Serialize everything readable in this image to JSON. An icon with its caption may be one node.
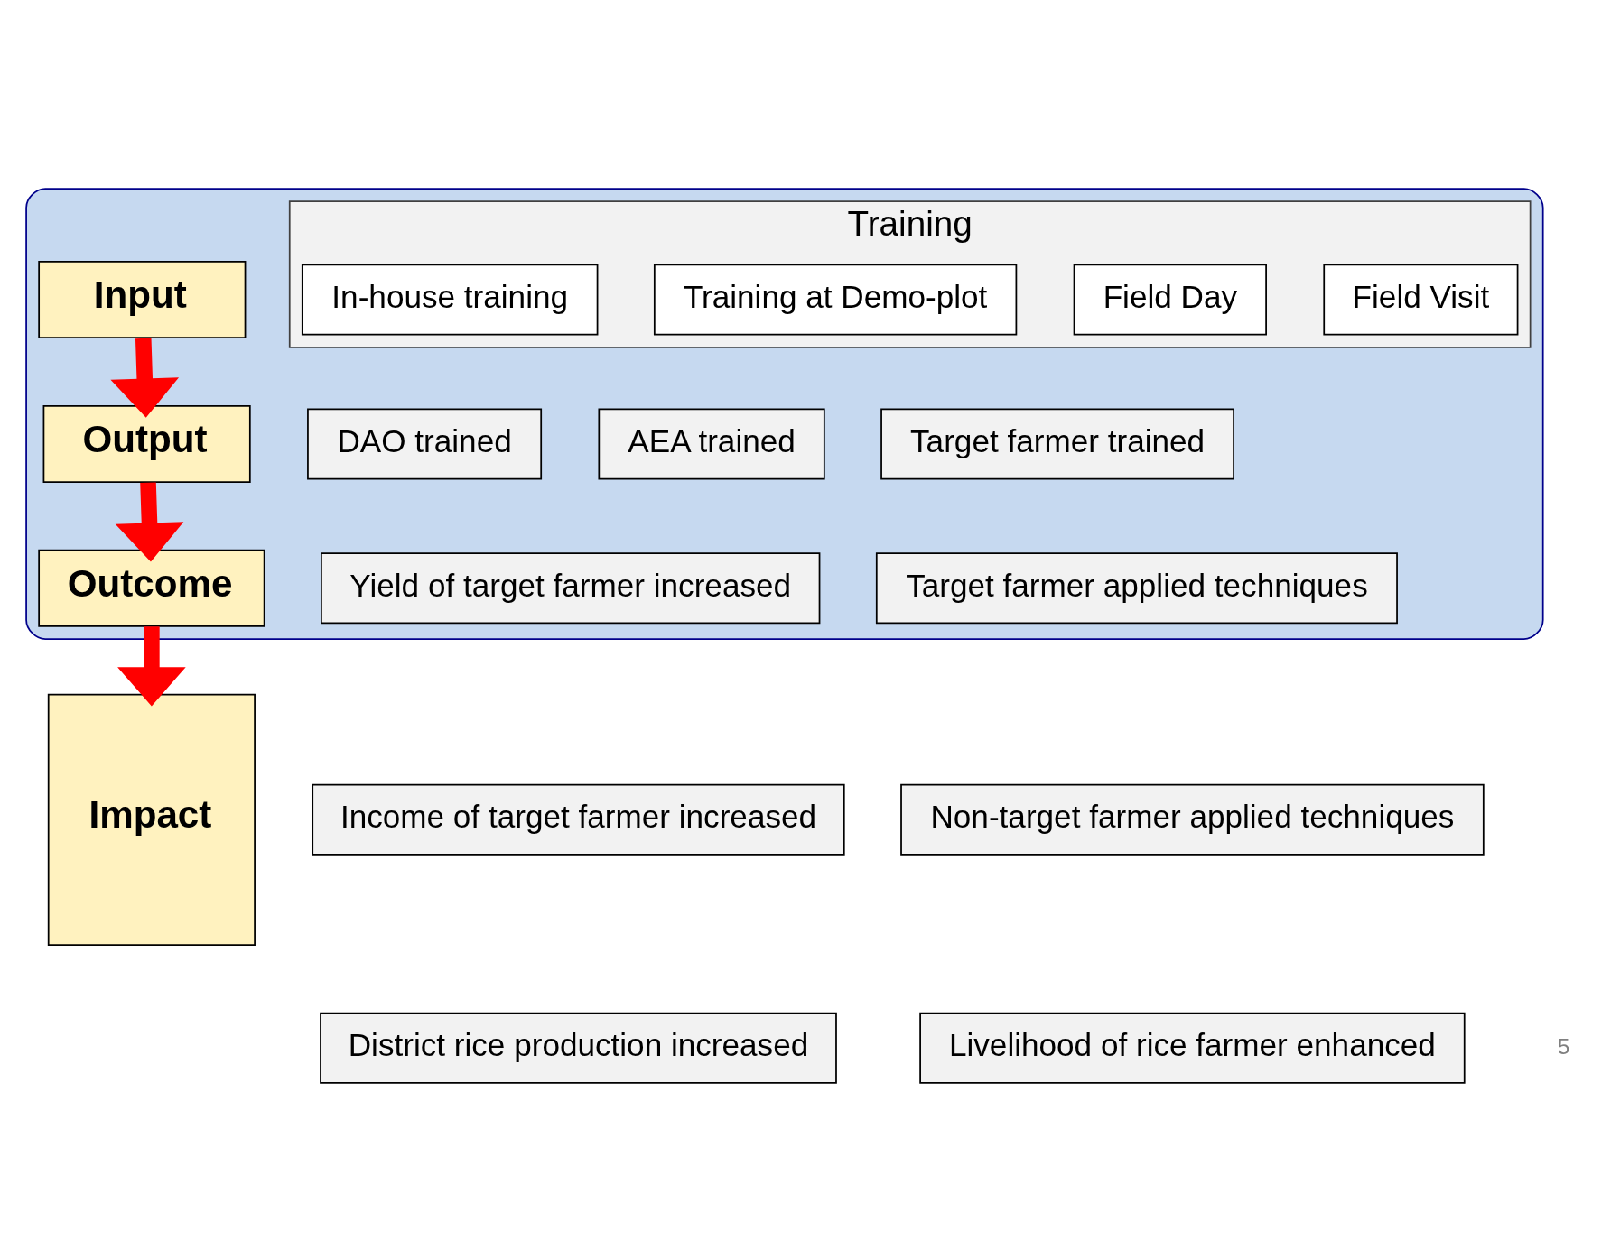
{
  "diagram": {
    "nodes": [
      {
        "text": [],
        "shape": "box"
      },
      {
        "text": [
          "Input"
        ],
        "in": 0
      },
      {
        "text": [
          "Training"
        ],
        "in": 0
      },
      {
        "text": [
          "In-house training"
        ],
        "in": 2
      },
      {
        "text": [
          "Training at Demo-plot"
        ],
        "in": 2
      },
      {
        "text": [
          "Field Day"
        ],
        "in": 2
      },
      {
        "text": [
          "Field Visit"
        ],
        "in": 2
      },
      {
        "text": [
          "Output"
        ],
        "in": 0
      },
      {
        "text": [
          "DAO trained"
        ],
        "in": 0
      },
      {
        "text": [
          "AEA trained"
        ],
        "in": 0
      },
      {
        "text": [
          "Target farmer trained"
        ],
        "in": 0
      },
      {
        "text": [
          "Outcome"
        ],
        "in": 0
      },
      {
        "text": [
          "Yield of target farmer increased"
        ],
        "in": 0
      },
      {
        "text": [
          "Target farmer applied techniques"
        ],
        "in": 0
      },
      {
        "text": [
          "Impact"
        ]
      },
      {
        "text": [
          "Income of target farmer increased"
        ]
      },
      {
        "text": [
          "Non-target farmer applied techniques"
        ]
      },
      {
        "text": [
          "District rice production increased"
        ]
      },
      {
        "text": [
          "Livelihood of rice farmer enhanced"
        ]
      }
    ],
    "edges": [
      {
        "from": 1,
        "to": 7,
        "arrow": "to"
      },
      {
        "from": 7,
        "to": 11,
        "arrow": "to"
      },
      {
        "from": 11,
        "to": 14,
        "arrow": "to"
      }
    ],
    "labels": [
      "5"
    ]
  }
}
